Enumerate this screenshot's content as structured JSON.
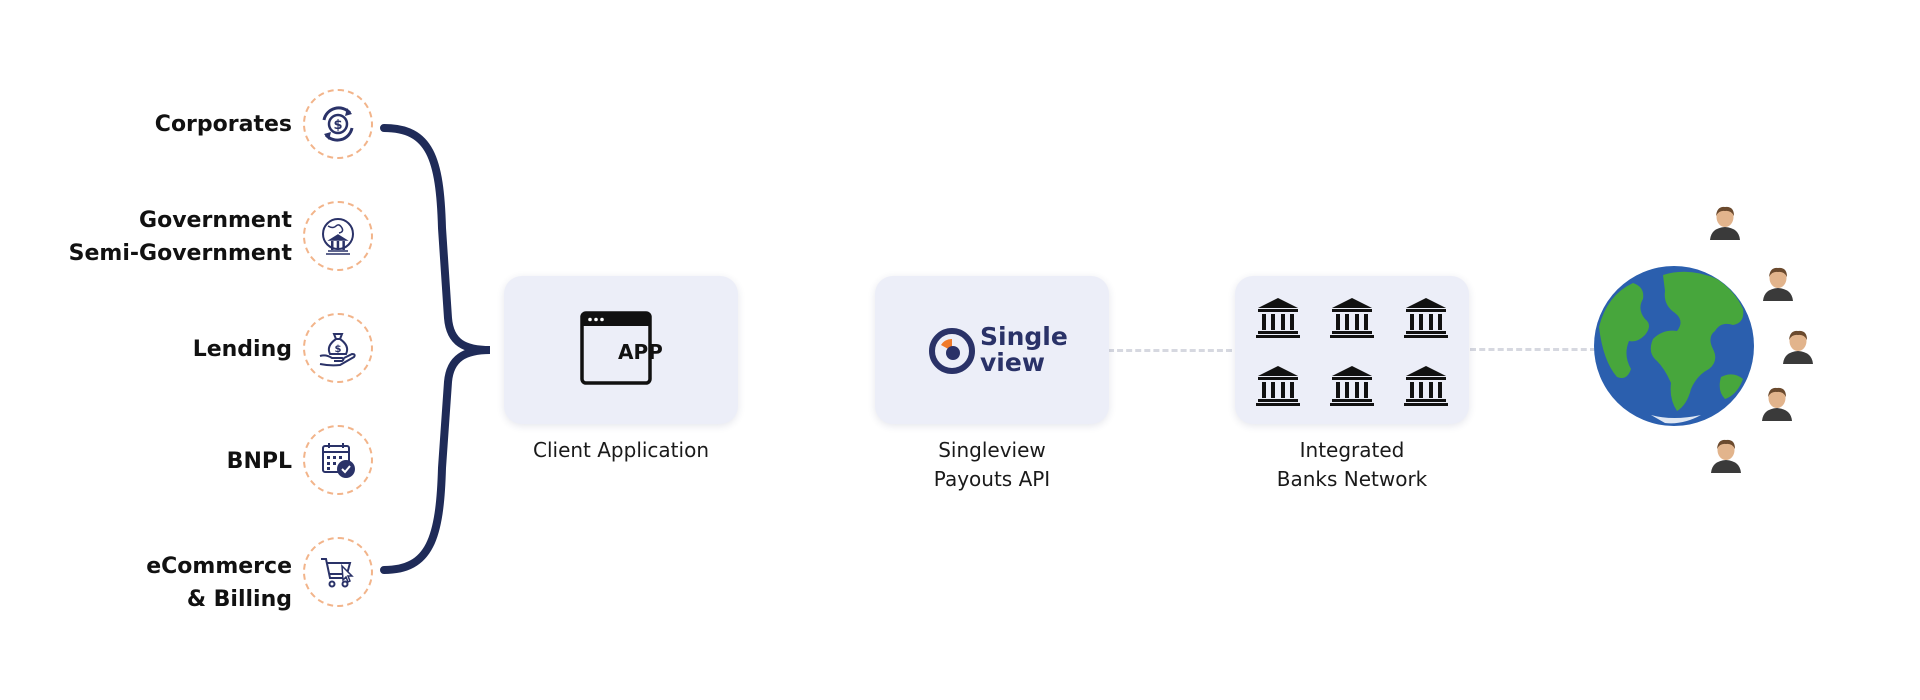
{
  "segments": [
    {
      "lines": [
        "Corporates"
      ],
      "icon": "dollar-exchange-icon"
    },
    {
      "lines": [
        "Government",
        "Semi-Government"
      ],
      "icon": "government-globe-icon"
    },
    {
      "lines": [
        "Lending"
      ],
      "icon": "hand-money-bag-icon"
    },
    {
      "lines": [
        "BNPL"
      ],
      "icon": "calendar-check-icon"
    },
    {
      "lines": [
        "eCommerce",
        "& Billing"
      ],
      "icon": "shopping-cart-icon"
    }
  ],
  "nodes": {
    "client": {
      "caption": [
        "Client Application"
      ],
      "app_text": "APP"
    },
    "singleview": {
      "caption": [
        "Singleview",
        "Payouts API"
      ],
      "logo_line1": "Single",
      "logo_line2": "view"
    },
    "banks": {
      "caption": [
        "Integrated",
        "Banks Network"
      ]
    }
  },
  "colors": {
    "brace": "#1f2b58",
    "brand_navy": "#2a3268",
    "brand_orange": "#f07a2a",
    "box_bg": "#eceef8",
    "ocean": "#2b5fae",
    "land": "#47a63c",
    "icon_outline": "#f2b48a"
  }
}
